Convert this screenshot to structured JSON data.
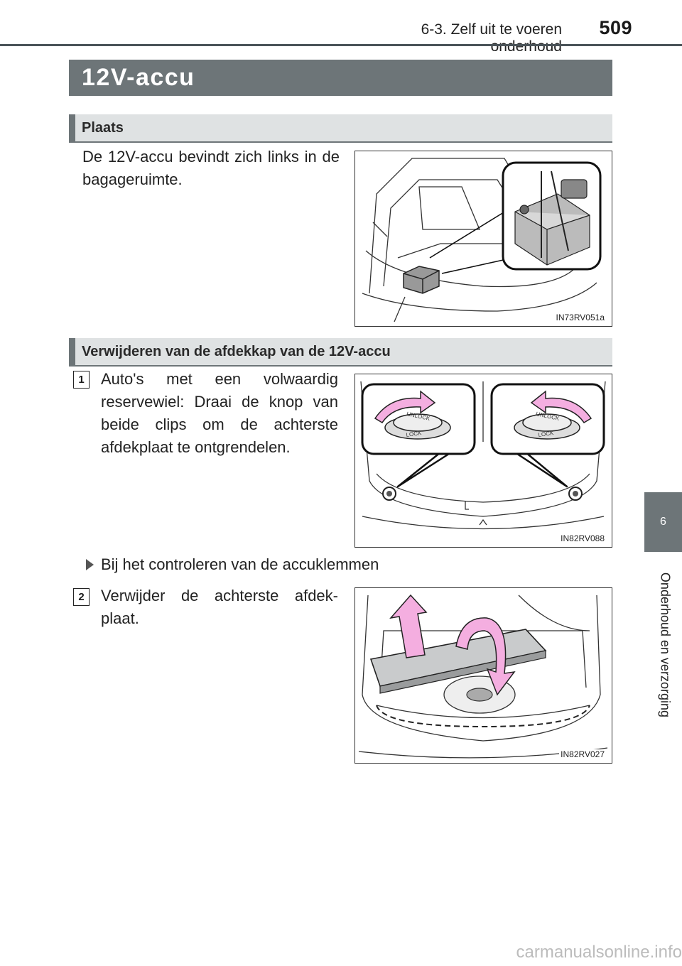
{
  "header": {
    "section": "6-3. Zelf uit te voeren onderhoud",
    "page_number": "509"
  },
  "title": "12V-accu",
  "sections": [
    {
      "heading": "Plaats",
      "text": "De 12V-accu bevindt zich links in de bagageruimte.",
      "figure_code": "IN73RV051a"
    },
    {
      "heading": "Verwijderen van de afdekkap van de 12V-accu",
      "steps": [
        {
          "number": "1",
          "text": "Auto's met een volwaardig reservewiel: Draai de knop van beide clips om de achterste afdekplaat te ontgrendelen.",
          "figure_code": "IN82RV088"
        },
        {
          "number": "2",
          "text": "Verwijder de achterste afdek-plaat.",
          "figure_code": "IN82RV027"
        }
      ],
      "bullet": "Bij het controleren van de accuklemmen"
    }
  ],
  "knob_labels": {
    "unlock": "UNLOCK",
    "lock": "LOCK"
  },
  "side_tab": {
    "number": "6",
    "label": "Onderhoud en verzorging"
  },
  "watermark": "carmanualsonline.info"
}
